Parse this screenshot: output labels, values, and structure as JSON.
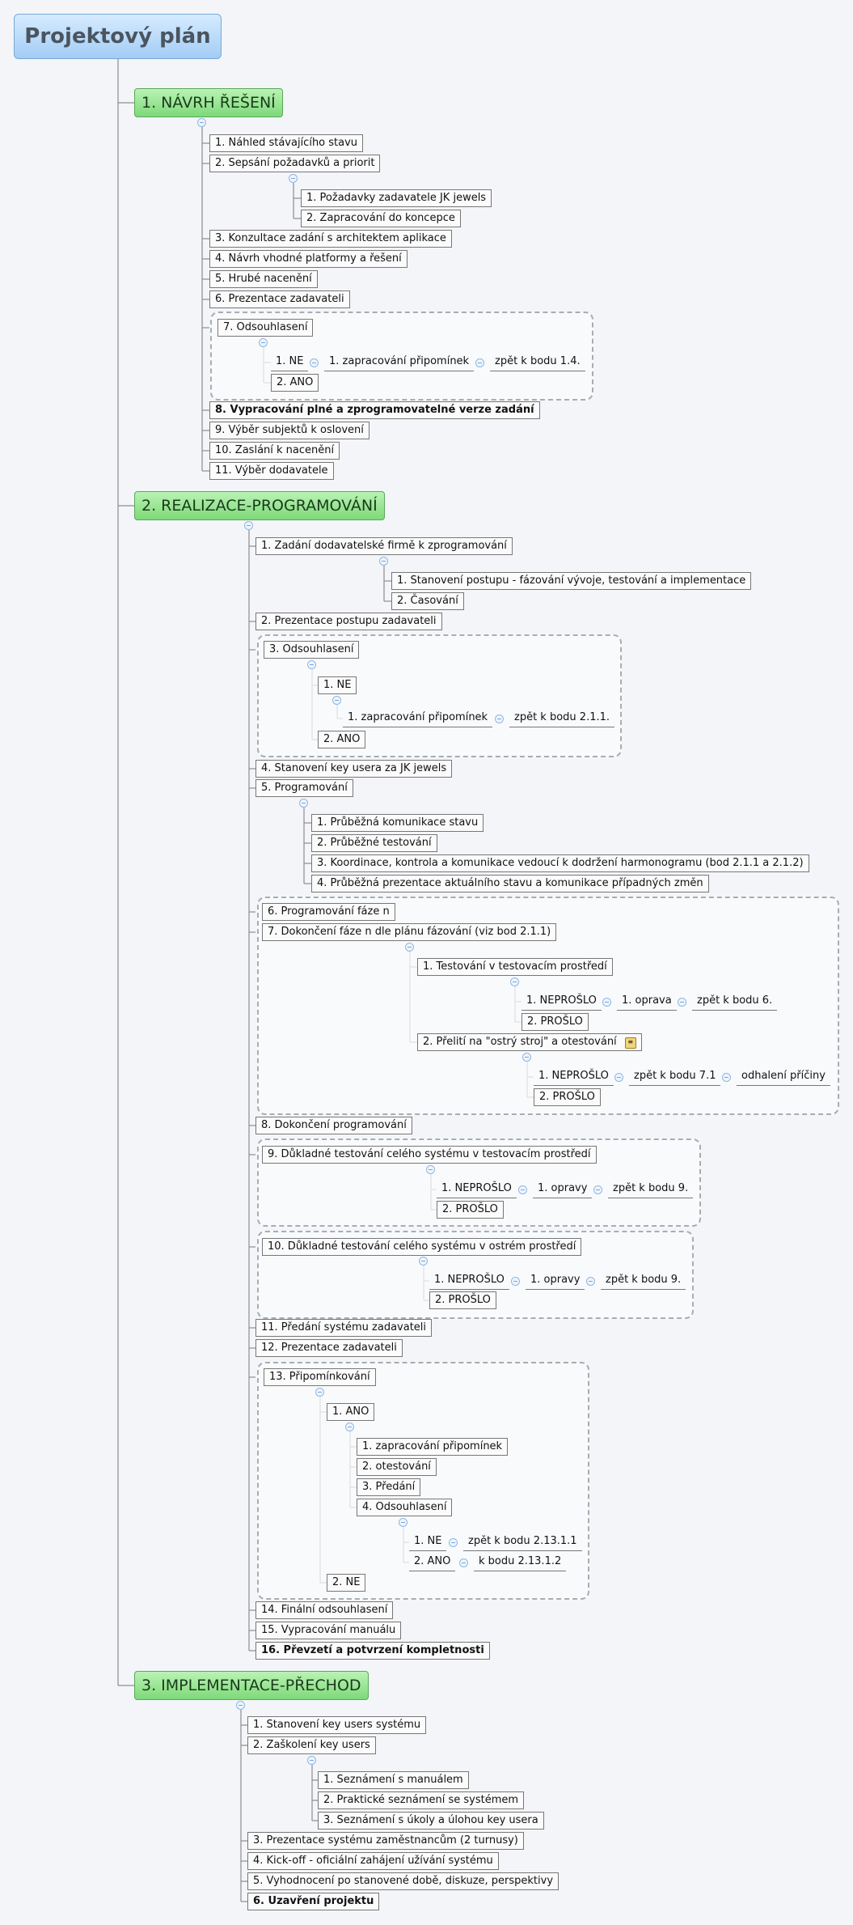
{
  "root": {
    "label": "Projektový plán"
  },
  "main_nodes": [
    {
      "id": "m1",
      "label": "1. NÁVRH ŘEŠENÍ"
    },
    {
      "id": "m2",
      "label": "2. REALIZACE-PROGRAMOVÁNÍ"
    },
    {
      "id": "m3",
      "label": "3. IMPLEMENTACE-PŘECHOD"
    }
  ],
  "nodes": [
    {
      "id": "a1",
      "label": "1. Náhled stávajícího stavu"
    },
    {
      "id": "a2",
      "label": "2. Sepsání požadavků a priorit"
    },
    {
      "id": "a2a",
      "label": "1. Požadavky zadavatele JK jewels"
    },
    {
      "id": "a2b",
      "label": "2. Zapracování do koncepce"
    },
    {
      "id": "a3",
      "label": "3. Konzultace zadání s architektem aplikace"
    },
    {
      "id": "a4",
      "label": "4. Návrh vhodné platformy a řešení"
    },
    {
      "id": "a5",
      "label": "5. Hrubé nacenění"
    },
    {
      "id": "a6",
      "label": "6. Prezentace zadavateli"
    },
    {
      "id": "a7",
      "label": "7. Odsouhlasení"
    },
    {
      "id": "a7a",
      "label": "1. NE"
    },
    {
      "id": "a7a1",
      "label": "1. zapracování připomínek"
    },
    {
      "id": "a7a2",
      "label": "zpět k bodu 1.4."
    },
    {
      "id": "a7b",
      "label": "2. ANO"
    },
    {
      "id": "a8",
      "label": "8. Vypracování plné a zprogramovatelné verze zadání"
    },
    {
      "id": "a9",
      "label": "9. Výběr subjektů k oslovení"
    },
    {
      "id": "a10",
      "label": "10. Zaslání k nacenění"
    },
    {
      "id": "a11",
      "label": "11. Výběr dodavatele"
    },
    {
      "id": "b1",
      "label": "1. Zadání dodavatelské firmě k zprogramování"
    },
    {
      "id": "b1a",
      "label": "1. Stanovení postupu - fázování vývoje, testování a implementace"
    },
    {
      "id": "b1b",
      "label": "2. Časování"
    },
    {
      "id": "b2",
      "label": "2. Prezentace postupu zadavateli"
    },
    {
      "id": "b3",
      "label": "3. Odsouhlasení"
    },
    {
      "id": "b3a",
      "label": "1. NE"
    },
    {
      "id": "b3a1",
      "label": "1. zapracování připomínek"
    },
    {
      "id": "b3a2",
      "label": "zpět k bodu 2.1.1."
    },
    {
      "id": "b3b",
      "label": "2. ANO"
    },
    {
      "id": "b4",
      "label": "4. Stanovení key usera za JK jewels"
    },
    {
      "id": "b5",
      "label": "5. Programování"
    },
    {
      "id": "b5a",
      "label": "1. Průběžná komunikace stavu"
    },
    {
      "id": "b5b",
      "label": "2. Průběžné testování"
    },
    {
      "id": "b5c",
      "label": "3. Koordinace, kontrola a komunikace vedoucí k dodržení harmonogramu (bod 2.1.1 a 2.1.2)"
    },
    {
      "id": "b5d",
      "label": "4. Průběžná prezentace aktuálního stavu a komunikace případných změn"
    },
    {
      "id": "b6",
      "label": "6. Programování fáze n"
    },
    {
      "id": "b7",
      "label": "7. Dokončení fáze n dle plánu fázování (viz bod 2.1.1)"
    },
    {
      "id": "b7a",
      "label": "1. Testování v testovacím prostředí"
    },
    {
      "id": "b7a1",
      "label": "1. NEPROŠLO"
    },
    {
      "id": "b7a1a",
      "label": "1. oprava"
    },
    {
      "id": "b7a1b",
      "label": "zpět k bodu 6."
    },
    {
      "id": "b7a2",
      "label": "2. PROŠLO"
    },
    {
      "id": "b7b",
      "label": "2. Přelití na \"ostrý stroj\" a otestování"
    },
    {
      "id": "b7b1",
      "label": "1. NEPROŠLO"
    },
    {
      "id": "b7b1a",
      "label": "zpět k bodu 7.1"
    },
    {
      "id": "b7b1b",
      "label": "odhalení příčiny"
    },
    {
      "id": "b7b2",
      "label": "2. PROŠLO"
    },
    {
      "id": "b8",
      "label": "8. Dokončení programování"
    },
    {
      "id": "b9",
      "label": "9. Důkladné testování celého systému v testovacím prostředí"
    },
    {
      "id": "b9a",
      "label": "1. NEPROŠLO"
    },
    {
      "id": "b9a1",
      "label": "1. opravy"
    },
    {
      "id": "b9a2",
      "label": "zpět k bodu 9."
    },
    {
      "id": "b9b",
      "label": "2. PROŠLO"
    },
    {
      "id": "b10",
      "label": "10. Důkladné testování celého systému v ostrém prostředí"
    },
    {
      "id": "b10a",
      "label": "1. NEPROŠLO"
    },
    {
      "id": "b10a1",
      "label": "1. opravy"
    },
    {
      "id": "b10a2",
      "label": "zpět k bodu 9."
    },
    {
      "id": "b10b",
      "label": "2. PROŠLO"
    },
    {
      "id": "b11",
      "label": "11. Předání systému zadavateli"
    },
    {
      "id": "b12",
      "label": "12. Prezentace zadavateli"
    },
    {
      "id": "b13",
      "label": "13. Připomínkování"
    },
    {
      "id": "b13a",
      "label": "1. ANO"
    },
    {
      "id": "b13a1",
      "label": "1. zapracování připomínek"
    },
    {
      "id": "b13a2",
      "label": "2. otestování"
    },
    {
      "id": "b13a3",
      "label": "3. Předání"
    },
    {
      "id": "b13a4",
      "label": "4. Odsouhlasení"
    },
    {
      "id": "b13a4a",
      "label": "1. NE"
    },
    {
      "id": "b13a4a1",
      "label": "zpět k bodu 2.13.1.1"
    },
    {
      "id": "b13a4b",
      "label": "2. ANO"
    },
    {
      "id": "b13a4b1",
      "label": "k bodu 2.13.1.2"
    },
    {
      "id": "b13b",
      "label": "2. NE"
    },
    {
      "id": "b14",
      "label": "14. Finální odsouhlasení"
    },
    {
      "id": "b15",
      "label": "15. Vypracování manuálu"
    },
    {
      "id": "b16",
      "label": "16. Převzetí a potvrzení kompletnosti"
    },
    {
      "id": "c1",
      "label": "1. Stanovení key users systému"
    },
    {
      "id": "c2",
      "label": "2. Zaškolení key users"
    },
    {
      "id": "c2a",
      "label": "1. Seznámení s manuálem"
    },
    {
      "id": "c2b",
      "label": "2. Praktické seznámení se systémem"
    },
    {
      "id": "c2c",
      "label": "3. Seznámení s úkoly a úlohou key usera"
    },
    {
      "id": "c3",
      "label": "3. Prezentace systému zaměstnancům (2 turnusy)"
    },
    {
      "id": "c4",
      "label": "4. Kick-off - oficiální zahájení užívání systému"
    },
    {
      "id": "c5",
      "label": "5. Vyhodnocení po stanovené době, diskuze, perspektivy"
    },
    {
      "id": "c6",
      "label": "6. Uzavření projektu"
    }
  ]
}
